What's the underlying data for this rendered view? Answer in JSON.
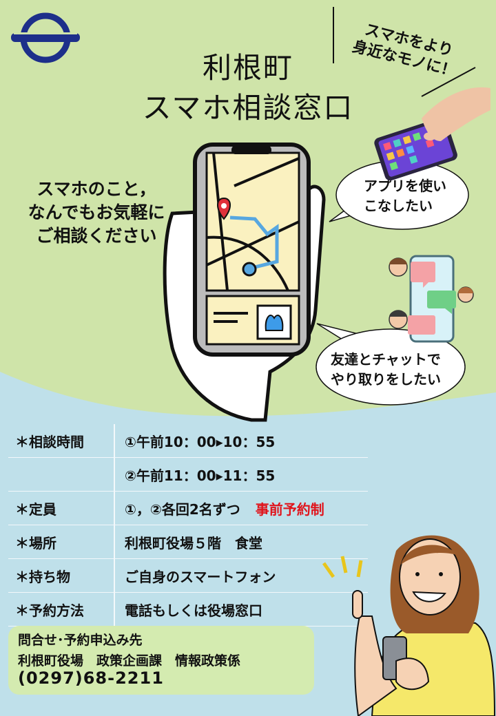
{
  "header": {
    "title_line1": "利根町",
    "title_line2": "スマホ相談窓口",
    "slogan_line1": "スマホをより",
    "slogan_line2": "身近なモノに！"
  },
  "intro": {
    "line1": "スマホのこと，",
    "line2": "なんでもお気軽に",
    "line3": "ご相談ください"
  },
  "bubbles": {
    "apps_line1": "アプリを使い",
    "apps_line2": "こなしたい",
    "chat_line1": "友達とチャットで",
    "chat_line2": "やり取りをしたい"
  },
  "details": {
    "time_label": "＊相談時間",
    "time_1": "①午前10：00▸10：55",
    "time_2": "②午前11：00▸11：55",
    "capacity_label": "＊定員",
    "capacity_value": "①，②各回2名ずつ",
    "capacity_note": "事前予約制",
    "place_label": "＊場所",
    "place_value": "利根町役場５階　食堂",
    "bring_label": "＊持ち物",
    "bring_value": "ご自身のスマートフォン",
    "reserve_label": "＊予約方法",
    "reserve_value": "電話もしくは役場窓口"
  },
  "contact": {
    "heading": "問合せ･予約申込み先",
    "office": "利根町役場　政策企画課　情報政策係",
    "phone": "(0297)68-2211"
  },
  "colors": {
    "top_background": "#cfe4a9",
    "bottom_background": "#bfe0ea",
    "emblem": "#1d2f8a",
    "accent_red": "#e0141c"
  }
}
